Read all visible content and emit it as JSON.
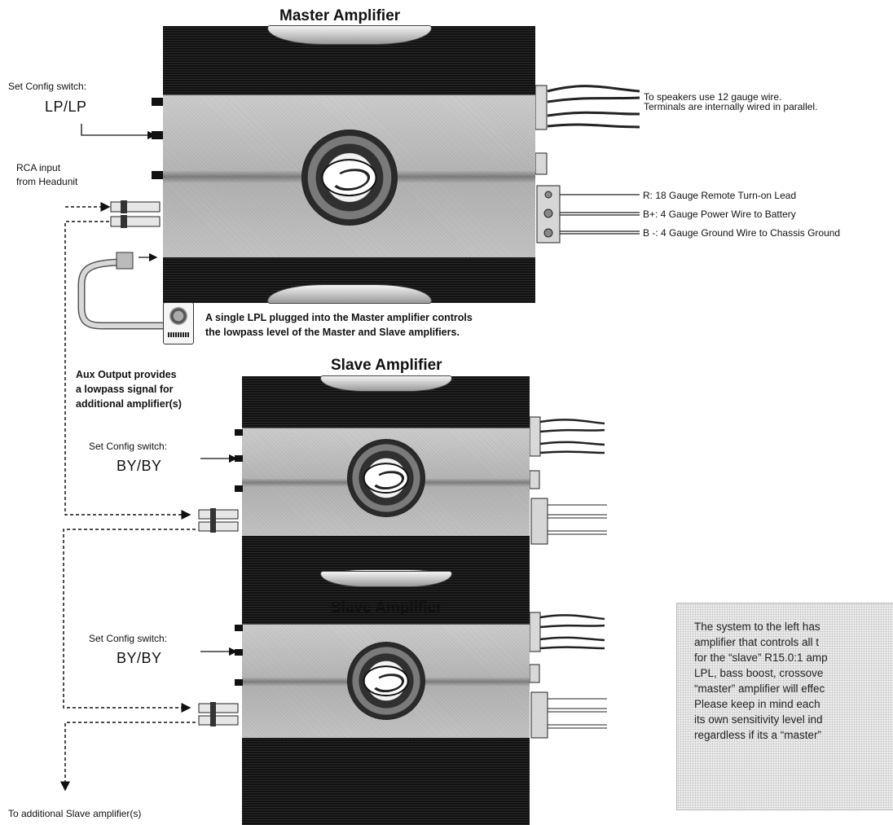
{
  "master": {
    "title": "Master Amplifier",
    "config_label": "Set Config switch:",
    "config_value": "LP/LP",
    "rca_label_1": "RCA input",
    "rca_label_2": "from Headunit",
    "speaker_note_1": "To speakers use 12 gauge wire.",
    "speaker_note_2": "Terminals are internally wired in parallel.",
    "power_labels": [
      "R: 18 Gauge Remote Turn-on Lead",
      "B+: 4 Gauge Power Wire to Battery",
      "B -: 4 Gauge Ground Wire to Chassis Ground"
    ],
    "lpl_note_1": "A single LPL plugged into the Master amplifier controls",
    "lpl_note_2": "the lowpass level of the Master and Slave amplifiers."
  },
  "aux_note": [
    "Aux Output provides",
    "a lowpass signal for",
    "additional amplifier(s)"
  ],
  "slave1": {
    "title": "Slave Amplifier",
    "config_label": "Set Config switch:",
    "config_value": "BY/BY"
  },
  "slave2": {
    "title": "Slave Amplifier",
    "config_label": "Set Config switch:",
    "config_value": "BY/BY"
  },
  "footer_label": "To additional Slave amplifier(s)",
  "note_box": [
    "The system to the left has",
    "amplifier that controls all t",
    "for the “slave” R15.0:1 amp",
    "LPL, bass boost, crossove",
    "“master” amplifier will effec",
    "Please keep in mind each",
    "its own sensitivity level ind",
    "regardless if its a “master”"
  ]
}
